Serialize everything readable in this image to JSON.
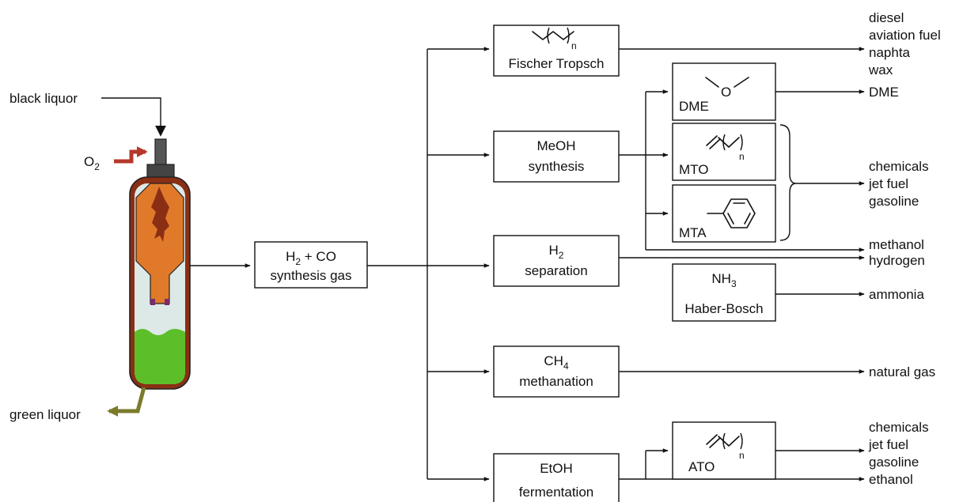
{
  "colors": {
    "black_liquor_arrow": "#111111",
    "oxygen_arrow": "#b5382b",
    "green_liquor_arrow": "#7a7a2a",
    "reactor_flame": "#e07a2a",
    "reactor_shell": "#8a2f14",
    "liquor_bath": "#5cbf2a",
    "reactor_gas_space": "#dde9e6"
  },
  "inputs": {
    "black_liquor": "black liquor",
    "oxygen": "O",
    "oxygen_sub": "2",
    "green_liquor": "green liquor"
  },
  "syngas": {
    "line1_a": "H",
    "line1_sub": "2",
    "line1_b": " + CO",
    "line2": "synthesis gas"
  },
  "processes": {
    "fischer_tropsch": {
      "label": "Fischer Tropsch",
      "chain_index": "n"
    },
    "meoh": {
      "line1": "MeOH",
      "line2": "synthesis"
    },
    "h2_sep": {
      "line1_a": "H",
      "line1_sub": "2",
      "line2": "separation"
    },
    "methanation": {
      "line1_a": "CH",
      "line1_sub": "4",
      "line2": "methanation"
    },
    "etoh": {
      "line1": "EtOH",
      "line2": "fermentation"
    },
    "dme": {
      "label": "DME",
      "atom": "O"
    },
    "mto": {
      "label": "MTO",
      "chain_index": "n"
    },
    "mta": {
      "label": "MTA"
    },
    "haber_bosch": {
      "line1_a": "NH",
      "line1_sub": "3",
      "line2": "Haber-Bosch"
    },
    "ato": {
      "label": "ATO",
      "chain_index": "n"
    }
  },
  "outputs": {
    "ft": [
      "diesel",
      "aviation fuel",
      "naphta",
      "wax"
    ],
    "dme": "DME",
    "mto_mta": [
      "chemicals",
      "jet fuel",
      "gasoline"
    ],
    "methanol": "methanol",
    "hydrogen": "hydrogen",
    "ammonia": "ammonia",
    "natural_gas": "natural gas",
    "ato": [
      "chemicals",
      "jet fuel",
      "gasoline"
    ],
    "ethanol": "ethanol"
  }
}
